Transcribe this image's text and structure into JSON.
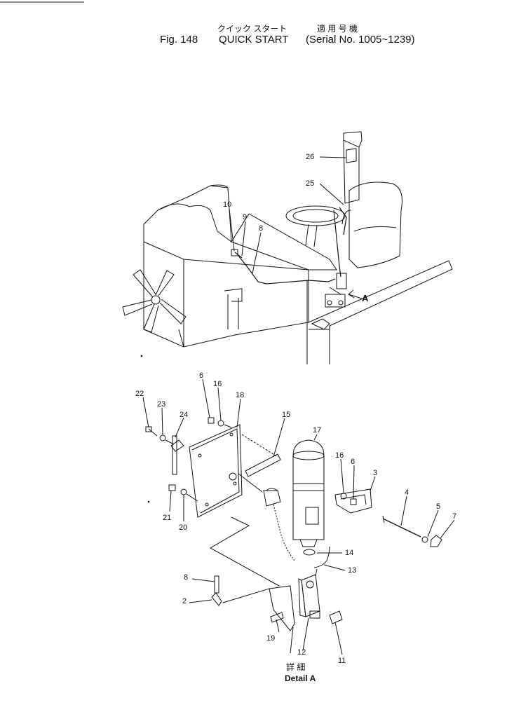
{
  "header": {
    "jp_title": "クイック スタート",
    "jp_serial": "適 用 号 機",
    "fig_label": "Fig. 148",
    "title": "QUICK START",
    "serial": "Serial No. 1005~1239"
  },
  "callouts": {
    "c26": "26",
    "c25": "25",
    "c10": "10",
    "c9": "9",
    "c8top": "8",
    "arrowA": "A",
    "c22": "22",
    "c23": "23",
    "c24": "24",
    "c6a": "6",
    "c16a": "16",
    "c18": "18",
    "c15": "15",
    "c17": "17",
    "c16b": "16",
    "c6b": "6",
    "c3": "3",
    "c4": "4",
    "c5": "5",
    "c7": "7",
    "c21": "21",
    "c20": "20",
    "c14": "14",
    "c13": "13",
    "c8": "8",
    "c2": "2",
    "c19": "19",
    "c12": "12",
    "c11": "11"
  },
  "detail": {
    "jp": "詳 細",
    "label": "Detail A"
  }
}
